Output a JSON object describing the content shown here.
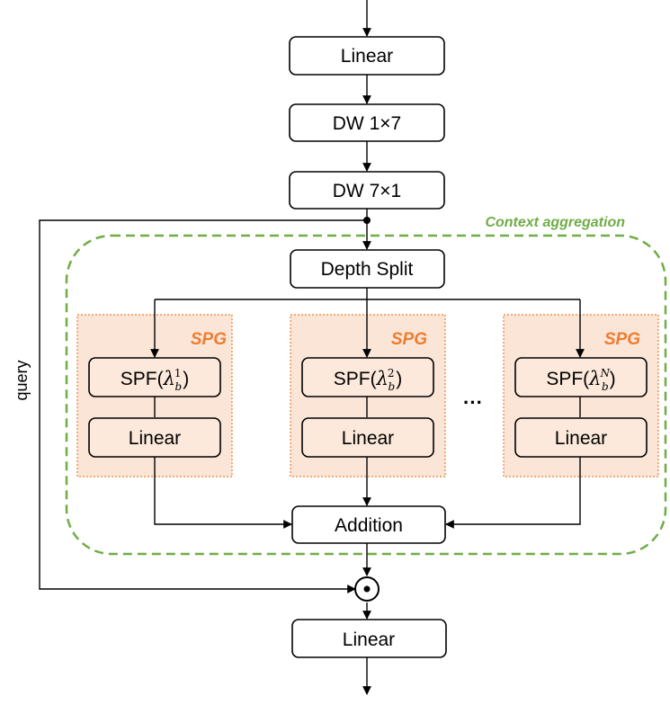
{
  "blocks": {
    "linear_top": "Linear",
    "dw_1x7": "DW 1×7",
    "dw_7x1": "DW 7×1",
    "depth_split": "Depth Split",
    "addition": "Addition",
    "linear_bottom": "Linear"
  },
  "context_aggregation": {
    "label": "Context aggregation",
    "color": "#70ad47"
  },
  "spg_groups": [
    {
      "tag": "SPG",
      "spf_prefix": "SPF(",
      "lambda": "λ",
      "sup": "1",
      "sub": "b",
      "spf_suffix": ")",
      "linear": "Linear"
    },
    {
      "tag": "SPG",
      "spf_prefix": "SPF(",
      "lambda": "λ",
      "sup": "2",
      "sub": "b",
      "spf_suffix": ")",
      "linear": "Linear"
    },
    {
      "tag": "SPG",
      "spf_prefix": "SPF(",
      "lambda": "λ",
      "sup": "N",
      "sub": "b",
      "spf_suffix": ")",
      "linear": "Linear"
    }
  ],
  "ellipsis": "···",
  "side_label": "query",
  "operator": "⊙",
  "colors": {
    "spg_accent": "#ed7d31",
    "spg_fill": "#fbe5d6",
    "block_border": "#000000"
  }
}
